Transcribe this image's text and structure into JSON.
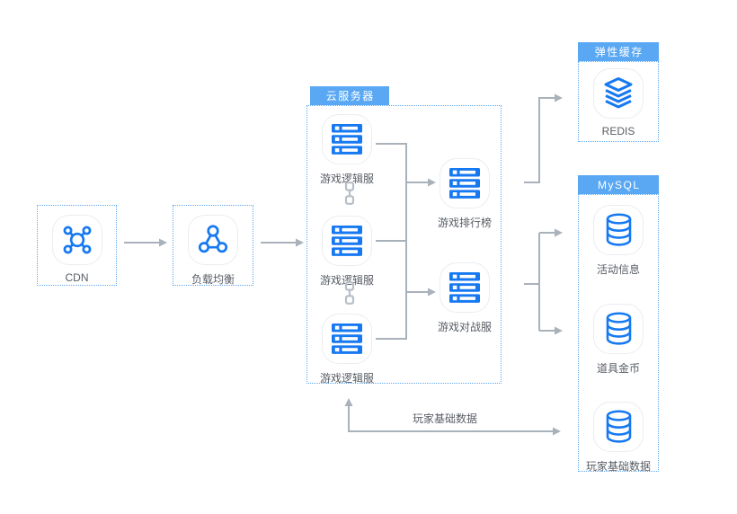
{
  "groups": {
    "cloud_server": {
      "tab_label": "云服务器"
    },
    "elastic_cache": {
      "header": "弹性缓存"
    },
    "mysql": {
      "header": "MySQL"
    }
  },
  "nodes": {
    "cdn": {
      "label": "CDN",
      "icon": "cdn-network-icon"
    },
    "load_balancer": {
      "label": "负载均衡",
      "icon": "load-balancer-icon"
    },
    "logic_server_1": {
      "label": "游戏逻辑服",
      "icon": "server-icon"
    },
    "logic_server_2": {
      "label": "游戏逻辑服",
      "icon": "server-icon"
    },
    "logic_server_3": {
      "label": "游戏逻辑服",
      "icon": "server-icon"
    },
    "leaderboard": {
      "label": "游戏排行榜",
      "icon": "server-icon"
    },
    "battle_server": {
      "label": "游戏对战服",
      "icon": "server-icon"
    },
    "redis": {
      "label": "REDIS",
      "icon": "layers-icon"
    },
    "activity_info": {
      "label": "活动信息",
      "icon": "database-icon"
    },
    "item_coins": {
      "label": "道具金币",
      "icon": "database-icon"
    },
    "player_base_data": {
      "label": "玩家基础数据",
      "icon": "database-icon"
    }
  },
  "edges": {
    "player_data_flow_label": "玩家基础数据"
  },
  "colors": {
    "icon_blue": "#1779f1",
    "header_blue": "#5aa8f3",
    "border_blue": "#5fa9f2",
    "line_gray": "#a9b1ba",
    "chain_gray": "#b7bfc8",
    "tile_border": "#e9edf1",
    "label_text": "#585d64"
  }
}
